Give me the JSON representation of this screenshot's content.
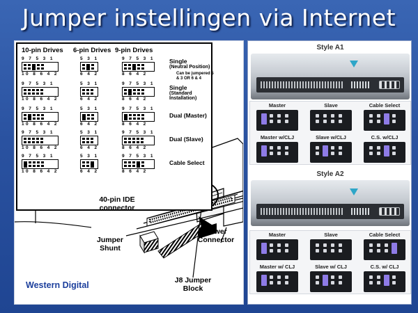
{
  "slide": {
    "title": "Jumper instellingen via Internet",
    "colors": {
      "background": "#2a54a0",
      "title_text": "#ffffff",
      "brand_text": "#1c3f9c",
      "jumper_highlight": "#8e7be6",
      "arrow": "#2ea6c8"
    }
  },
  "left_diagram": {
    "column_headers": [
      "10-pin Drives",
      "6-pin Drives",
      "9-pin Drives"
    ],
    "pin_number_rows": {
      "ten_top": "9 7 5 3 1",
      "ten_bottom": "10 8 6 4 2",
      "six_top": "5 3 1",
      "six_bottom": "6 4 2",
      "nine_top": "9 7 5 3 1",
      "nine_bottom": "8 6 4 2"
    },
    "settings": [
      {
        "label": "Single",
        "note": "(Neutral Position)",
        "sub_note": "Can be jumpered 5 & 3 OR 6 & 4"
      },
      {
        "label": "Single",
        "note": "(Standard Installation)"
      },
      {
        "label": "Dual (Master)"
      },
      {
        "label": "Dual (Slave)"
      },
      {
        "label": "Cable Select"
      }
    ],
    "callouts": {
      "ide_connector": "40-pin IDE connector",
      "power_connector": "Power Connector",
      "jumper_shunt": "Jumper Shunt",
      "jumper_block": "J8 Jumper Block"
    },
    "brand": "Western Digital"
  },
  "right_diagram": {
    "style_a1": {
      "title": "Style A1",
      "cells": [
        "Master",
        "Slave",
        "Cable Select",
        "Master w/CLJ",
        "Slave w/CLJ",
        "C.S. w/CLJ"
      ]
    },
    "style_a2": {
      "title": "Style A2",
      "cells": [
        "Master",
        "Slave",
        "Cable Select",
        "Master w/ CLJ",
        "Slave w/ CLJ",
        "C.S. w/ CLJ"
      ]
    }
  },
  "icons": {
    "arrow": "down-arrow-icon",
    "shunt": "jumper-shunt-icon"
  }
}
